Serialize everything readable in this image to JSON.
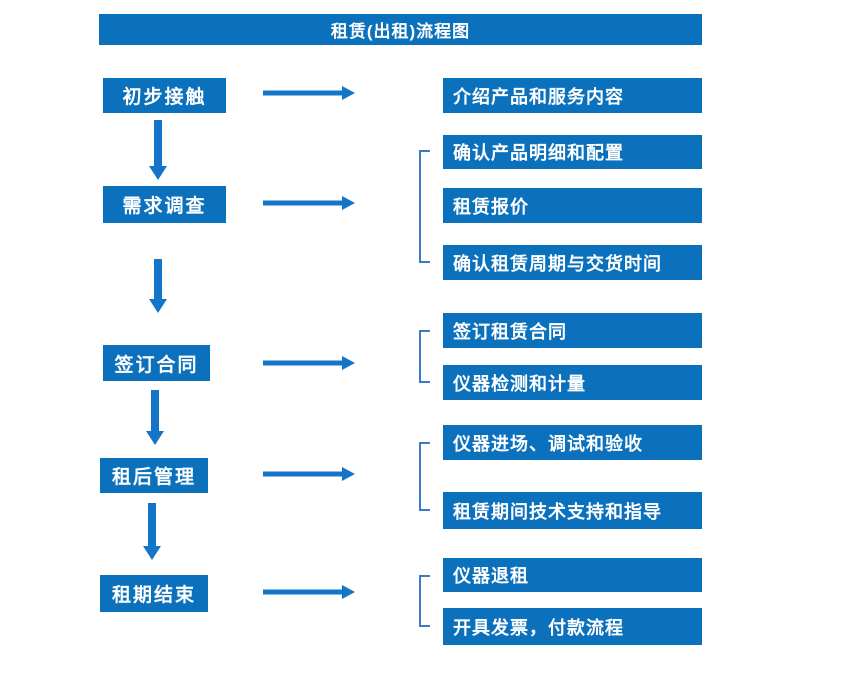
{
  "title": "租赁(出租)流程图",
  "colors": {
    "box_blue": "#0c71bd",
    "arrow_blue": "#1474c8",
    "bracket_blue": "#3e7cc1",
    "text": "#ffffff",
    "background": "#ffffff"
  },
  "flow": {
    "stages": [
      {
        "label": "初步接触",
        "details": [
          "介绍产品和服务内容"
        ]
      },
      {
        "label": "需求调查",
        "details": [
          "确认产品明细和配置",
          "租赁报价",
          "确认租赁周期与交货时间"
        ]
      },
      {
        "label": "签订合同",
        "details": [
          "签订租赁合同",
          "仪器检测和计量"
        ]
      },
      {
        "label": "租后管理",
        "details": [
          "仪器进场、调试和验收",
          "租赁期间技术支持和指导"
        ]
      },
      {
        "label": "租期结束",
        "details": [
          "仪器退租",
          "开具发票，付款流程"
        ]
      }
    ]
  }
}
